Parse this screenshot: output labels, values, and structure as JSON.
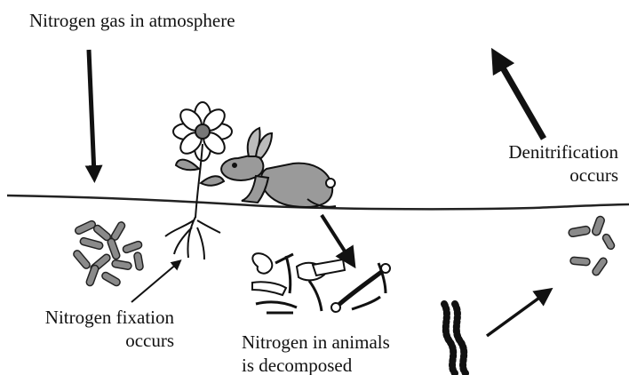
{
  "labels": {
    "atmosphere": "Nitrogen gas in atmosphere",
    "denitrification_line1": "Denitrification",
    "denitrification_line2": "occurs",
    "fixation_line1": "Nitrogen fixation",
    "fixation_line2": "occurs",
    "decomposed_line1": "Nitrogen in animals",
    "decomposed_line2": "is decomposed"
  },
  "colors": {
    "ink": "#111111",
    "bacteria_fill": "#8a8a8a",
    "ground_line": "#222222"
  },
  "icons": [
    "flower-icon",
    "rabbit-icon",
    "bacteria-cluster-icon",
    "bones-icon",
    "earthworm-icon",
    "bacteria-small-icon"
  ]
}
